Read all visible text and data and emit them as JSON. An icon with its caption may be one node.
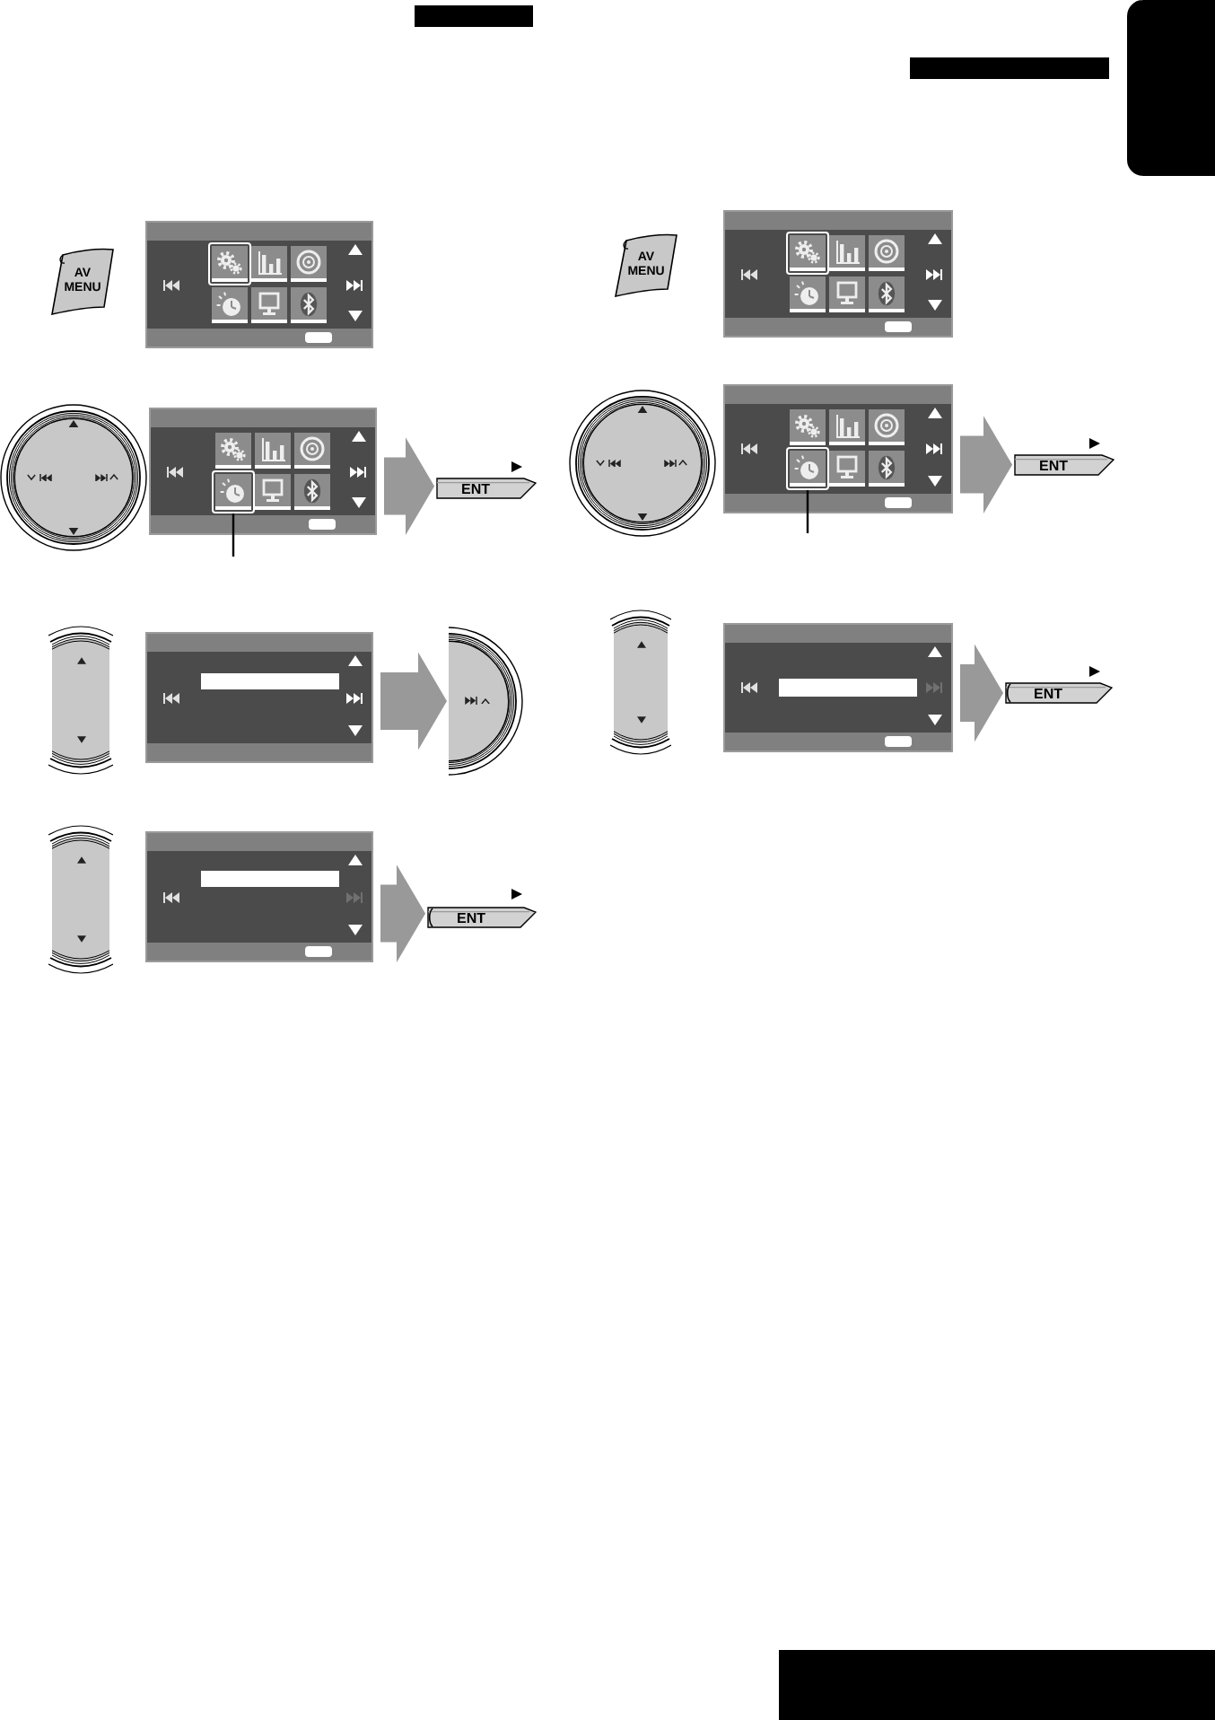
{
  "diagram": {
    "nodes": [
      {
        "text": [
          "AV MENU"
        ]
      },
      {
        "text": [],
        "shape": "picture"
      },
      {
        "text": [],
        "shape": "picture"
      },
      {
        "text": [],
        "shape": "picture"
      },
      {
        "text": [],
        "shape": "picture",
        "in": 3
      },
      {
        "text": [
          "ENT"
        ]
      },
      {
        "text": [],
        "shape": "picture"
      },
      {
        "text": [],
        "shape": "picture"
      },
      {
        "text": [],
        "shape": "picture"
      },
      {
        "text": [],
        "shape": "picture"
      },
      {
        "text": [],
        "shape": "picture"
      },
      {
        "text": [
          "ENT"
        ]
      },
      {
        "text": [
          "AV MENU"
        ]
      },
      {
        "text": [],
        "shape": "picture"
      },
      {
        "text": [],
        "shape": "picture"
      },
      {
        "text": [],
        "shape": "picture"
      },
      {
        "text": [],
        "shape": "picture",
        "in": 15
      },
      {
        "text": [
          "ENT"
        ]
      },
      {
        "text": [],
        "shape": "picture"
      },
      {
        "text": [],
        "shape": "picture"
      },
      {
        "text": [
          "ENT"
        ]
      },
      {
        "text": [],
        "shape": "box"
      }
    ],
    "edges": [
      {
        "from": 3,
        "to": 5,
        "arrow": "to"
      },
      {
        "from": null,
        "to": 4,
        "arrow": "none",
        "color": "#000000"
      },
      {
        "from": 7,
        "to": 8,
        "arrow": "to"
      },
      {
        "from": 10,
        "to": 11,
        "arrow": "to"
      },
      {
        "from": 15,
        "to": 17,
        "arrow": "to"
      },
      {
        "from": null,
        "to": 16,
        "arrow": "none",
        "color": "#000000"
      },
      {
        "from": 19,
        "to": 20,
        "arrow": "to"
      }
    ]
  }
}
